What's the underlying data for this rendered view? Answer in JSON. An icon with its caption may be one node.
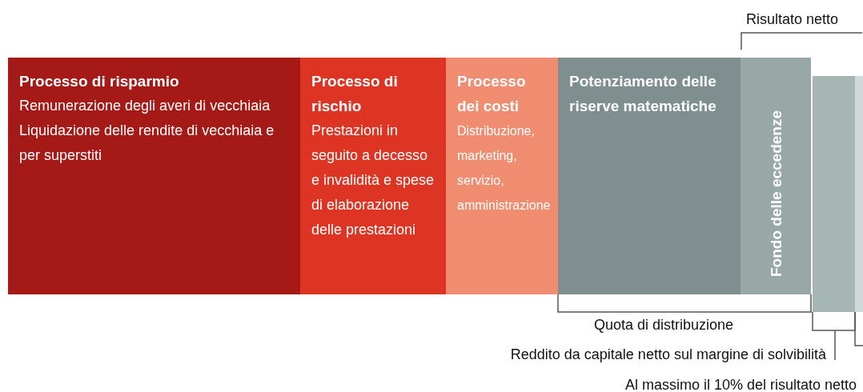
{
  "diagram": {
    "nodes": [
      {
        "text": [
          "Processo di risparmio",
          "Remunerazione degli averi di vecchiaia",
          "Liquidazione delle rendite di vecchiaia e per superstiti"
        ]
      },
      {
        "text": [
          "Processo di rischio",
          "Prestazioni in seguito a decesso e invalidità e spese di elaborazione delle prestazioni"
        ]
      },
      {
        "text": [
          "Processo dei costi",
          "Distribuzione, marketing, servizio, amministrazione"
        ]
      },
      {
        "text": [
          "Potenziamento delle riserve matematiche"
        ]
      },
      {
        "text": [
          "Fondo delle eccedenze"
        ]
      },
      {
        "text": [],
        "shape": "bar"
      },
      {
        "text": [],
        "shape": "bar"
      }
    ],
    "labels": [
      "Risultato netto",
      "Quota di distribuzione",
      "Reddito da capitale netto sul margine di solvibilità",
      "Al massimo il 10% del risultato netto"
    ]
  }
}
